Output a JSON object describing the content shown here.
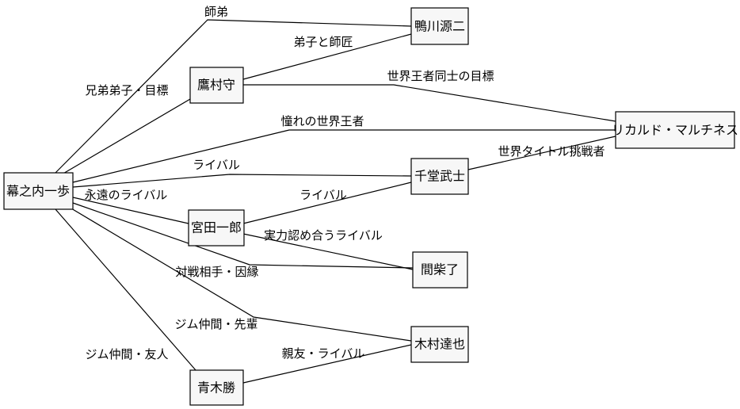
{
  "nodes": {
    "ippo": "幕之内一歩",
    "kamogawa": "鴨川源二",
    "takamura": "鷹村守",
    "ricardo": "リカルド・マルチネス",
    "sendo": "千堂武士",
    "miyata": "宮田一郎",
    "mashiba": "間柴了",
    "kimura": "木村達也",
    "aoki": "青木勝"
  },
  "edges": {
    "ippo_kamogawa": "師弟",
    "ippo_takamura": "兄弟弟子・目標",
    "takamura_kamogawa": "弟子と師匠",
    "takamura_ricardo": "世界王者同士の目標",
    "ippo_ricardo": "憧れの世界王者",
    "ippo_sendo": "ライバル",
    "sendo_ricardo": "世界タイトル挑戦者",
    "ippo_miyata": "永遠のライバル",
    "miyata_sendo": "ライバル",
    "miyata_mashiba": "実力認め合うライバル",
    "ippo_mashiba": "対戦相手・因縁",
    "ippo_kimura": "ジム仲間・先輩",
    "ippo_aoki": "ジム仲間・友人",
    "aoki_kimura": "親友・ライバル"
  }
}
